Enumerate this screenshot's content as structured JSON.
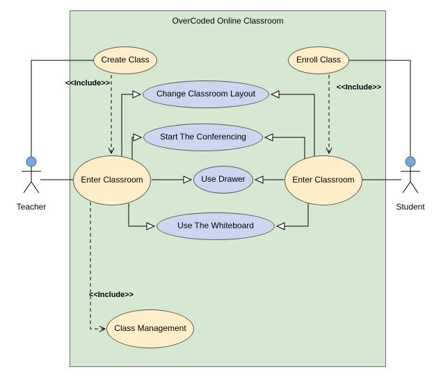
{
  "diagram": {
    "title": "OverCoded Online Classroom",
    "actors": {
      "teacher": {
        "label": "Teacher"
      },
      "student": {
        "label": "Student"
      }
    },
    "use_cases": {
      "create_class": {
        "label": "Create Class"
      },
      "enroll_class": {
        "label": "Enroll Class"
      },
      "change_classroom_layout": {
        "label": "Change Classroom Layout"
      },
      "start_the_conferencing": {
        "label": "Start The Conferencing"
      },
      "enter_classroom_teacher": {
        "label": "Enter Classroom"
      },
      "use_drawer": {
        "label": "Use Drawer"
      },
      "enter_classroom_student": {
        "label": "Enter Classroom"
      },
      "use_the_whiteboard": {
        "label": "Use The Whiteboard"
      },
      "class_management": {
        "label": "Class Management"
      }
    },
    "stereotypes": {
      "include_create_class": "<<Include>>",
      "include_enroll_class": "<<Include>>",
      "include_class_management": "<<Include>>"
    },
    "colors": {
      "boundary_fill": "#d6e7d2",
      "usecase_primary_fill": "#ffeec9",
      "usecase_secondary_fill": "#ccd6ee",
      "actor_head_fill": "#7da7d9",
      "stroke": "#000000"
    }
  }
}
